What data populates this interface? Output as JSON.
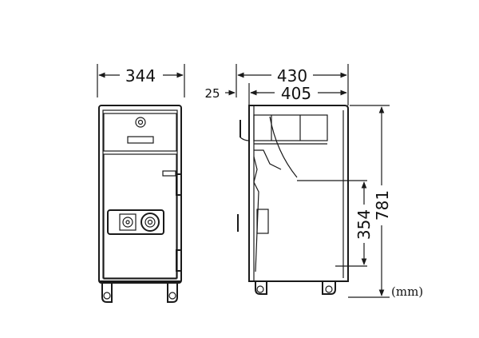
{
  "dimensions": {
    "front_width": "344",
    "side_depth_total": "430",
    "side_depth_body": "405",
    "side_handle_offset": "25",
    "total_height": "781",
    "inner_height": "354"
  },
  "unit_label": "(mm)"
}
